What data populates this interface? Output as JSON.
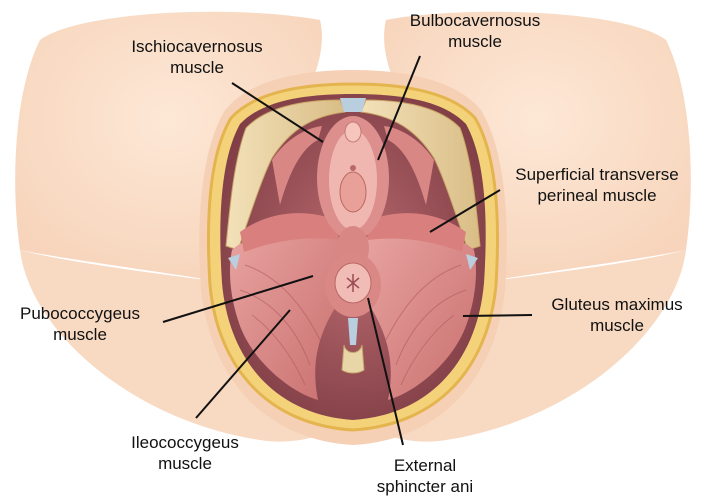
{
  "labels": {
    "ischiocavernosus": {
      "line1": "Ischiocavernosus",
      "line2": "muscle"
    },
    "bulbocavernosus": {
      "line1": "Bulbocavernosus",
      "line2": "muscle"
    },
    "superficial_transverse": {
      "line1": "Superficial transverse",
      "line2": "perineal muscle"
    },
    "pubococcygeus": {
      "line1": "Pubococcygeus",
      "line2": "muscle"
    },
    "gluteus_maximus": {
      "line1": "Gluteus maximus",
      "line2": "muscle"
    },
    "ileococcygeus": {
      "line1": "Ileococcygeus",
      "line2": "muscle"
    },
    "external_sphincter": {
      "line1": "External",
      "line2": "sphincter ani"
    }
  }
}
